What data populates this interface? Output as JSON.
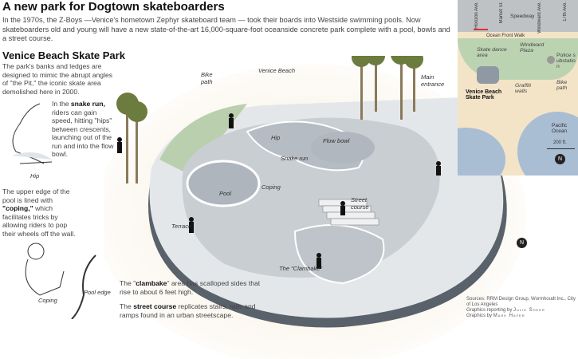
{
  "title": "A new park for Dogtown skateboarders",
  "intro": "In the 1970s, the Z-Boys —Venice's hometown Zephyr skateboard team —  took their boards into Westside swimming pools. Now skateboarders old and young will have a new state-of-the-art 16,000-square-foot oceanside concrete park complete with a pool, bowls and a street course.",
  "subtitle": "Venice Beach Skate Park",
  "notes": {
    "banks": "The park's banks and ledges are designed to mimic the abrupt angles of \"the Pit,\" the iconic skate area demolished here in 2000.",
    "snake_pre": "In the ",
    "snake_bold": "snake run,",
    "snake_post": " riders can gain speed, hitting \"hips\" between crescents, launching out of the run and into the flow bowl.",
    "coping_pre": "The upper edge of the pool is lined with ",
    "coping_bold": "\"coping,\"",
    "coping_post": " which facilitates tricks by allowing riders to pop their wheels off the wall.",
    "clam_pre": "The \"",
    "clam_bold": "clambake",
    "clam_post": "\" area has scalloped sides that rise to about 6 feet high.",
    "street_pre": "The ",
    "street_bold": "street course",
    "street_post": " replicates stairs, rails and ramps found in an urban streetscape."
  },
  "inset_labels": {
    "hip": "Hip",
    "coping": "Coping",
    "pool_edge": "Pool edge"
  },
  "park_labels": {
    "bike_path": "Bike path",
    "venice_beach": "Venice Beach",
    "main_entrance": "Main entrance",
    "hip": "Hip",
    "flow_bowl": "Flow bowl",
    "snake_run": "Snake run",
    "pool": "Pool",
    "coping": "Coping",
    "street_course": "Street course",
    "terrace": "Terrace",
    "clambake": "The \"Clambake\""
  },
  "map": {
    "streets": [
      "Horizon Ave.",
      "Market St.",
      "Windward Ave.",
      "17th Ave."
    ],
    "speedway": "Speedway",
    "ocean_front_walk": "Ocean Front Walk",
    "skate_dance": "Skate dance area",
    "windward_plaza": "Windward Plaza",
    "police": "Police substation",
    "graffiti": "Graffiti walls",
    "bike_path": "Bike path",
    "park": "Venice Beach Skate Park",
    "ocean": "Pacific Ocean",
    "scale": "200 ft.",
    "north": "N"
  },
  "credits": {
    "sources": "Sources: RRM Design Group, Wormhoudt Inc., City of Los Angeles",
    "reporting_pre": "Graphics reporting by ",
    "reporting_name": "Julie Sheer",
    "graphics_pre": "Graphics by ",
    "graphics_name": "Mark Hafer"
  },
  "colors": {
    "concrete": "#c9ced3",
    "shadow": "#59616a",
    "grass": "#b9cfae",
    "sand": "#f3e4c8",
    "ocean": "#a9bdd3"
  }
}
